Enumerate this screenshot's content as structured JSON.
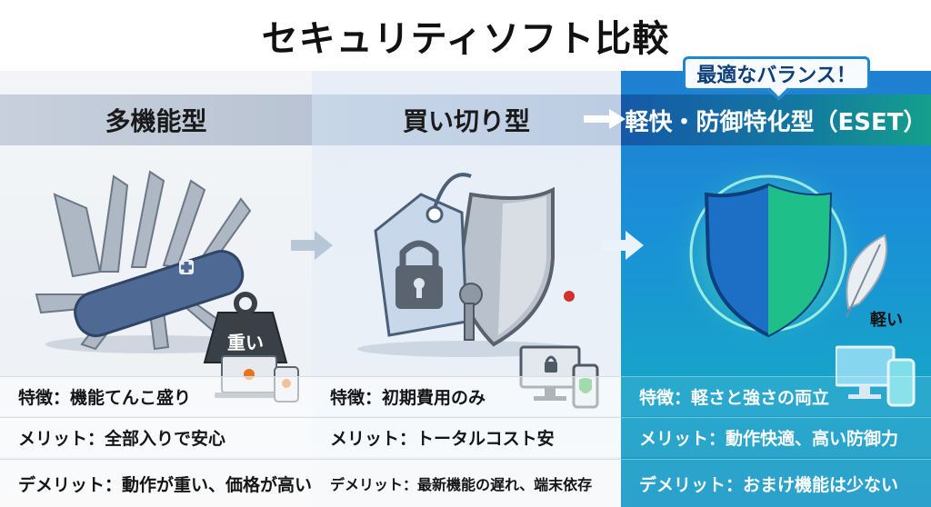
{
  "title": "セキュリティソフト比較",
  "badge": "最適なバランス！",
  "columns": [
    {
      "header": "多機能型",
      "feature": "特徴：機能てんこ盛り",
      "merit": "メリット：全部入りで安心",
      "demerit": "デメリット：動作が重い、価格が高い",
      "weight_label": "重い",
      "icons": [
        "swiss-army-knife-icon",
        "weight-icon",
        "multi-device-icon"
      ]
    },
    {
      "header": "買い切り型",
      "feature": "特徴：初期費用のみ",
      "merit": "メリット：トータルコスト安",
      "demerit": "デメリット：最新機能の遅れ、端末依存",
      "icons": [
        "padlock-tag-icon",
        "shield-icon",
        "key-icon",
        "monitor-phone-icon"
      ]
    },
    {
      "header": "軽快・防御特化型（ESET）",
      "feature": "特徴：軽さと強さの両立",
      "merit": "メリット：動作快適、高い防御力",
      "demerit": "デメリット：おまけ機能は少ない",
      "feather_label": "軽い",
      "icons": [
        "glowing-shield-icon",
        "feather-icon",
        "multi-device-icon"
      ]
    }
  ],
  "colors": {
    "accent_blue": "#1a8fd8",
    "accent_green": "#17a38c",
    "dark": "#111111"
  }
}
